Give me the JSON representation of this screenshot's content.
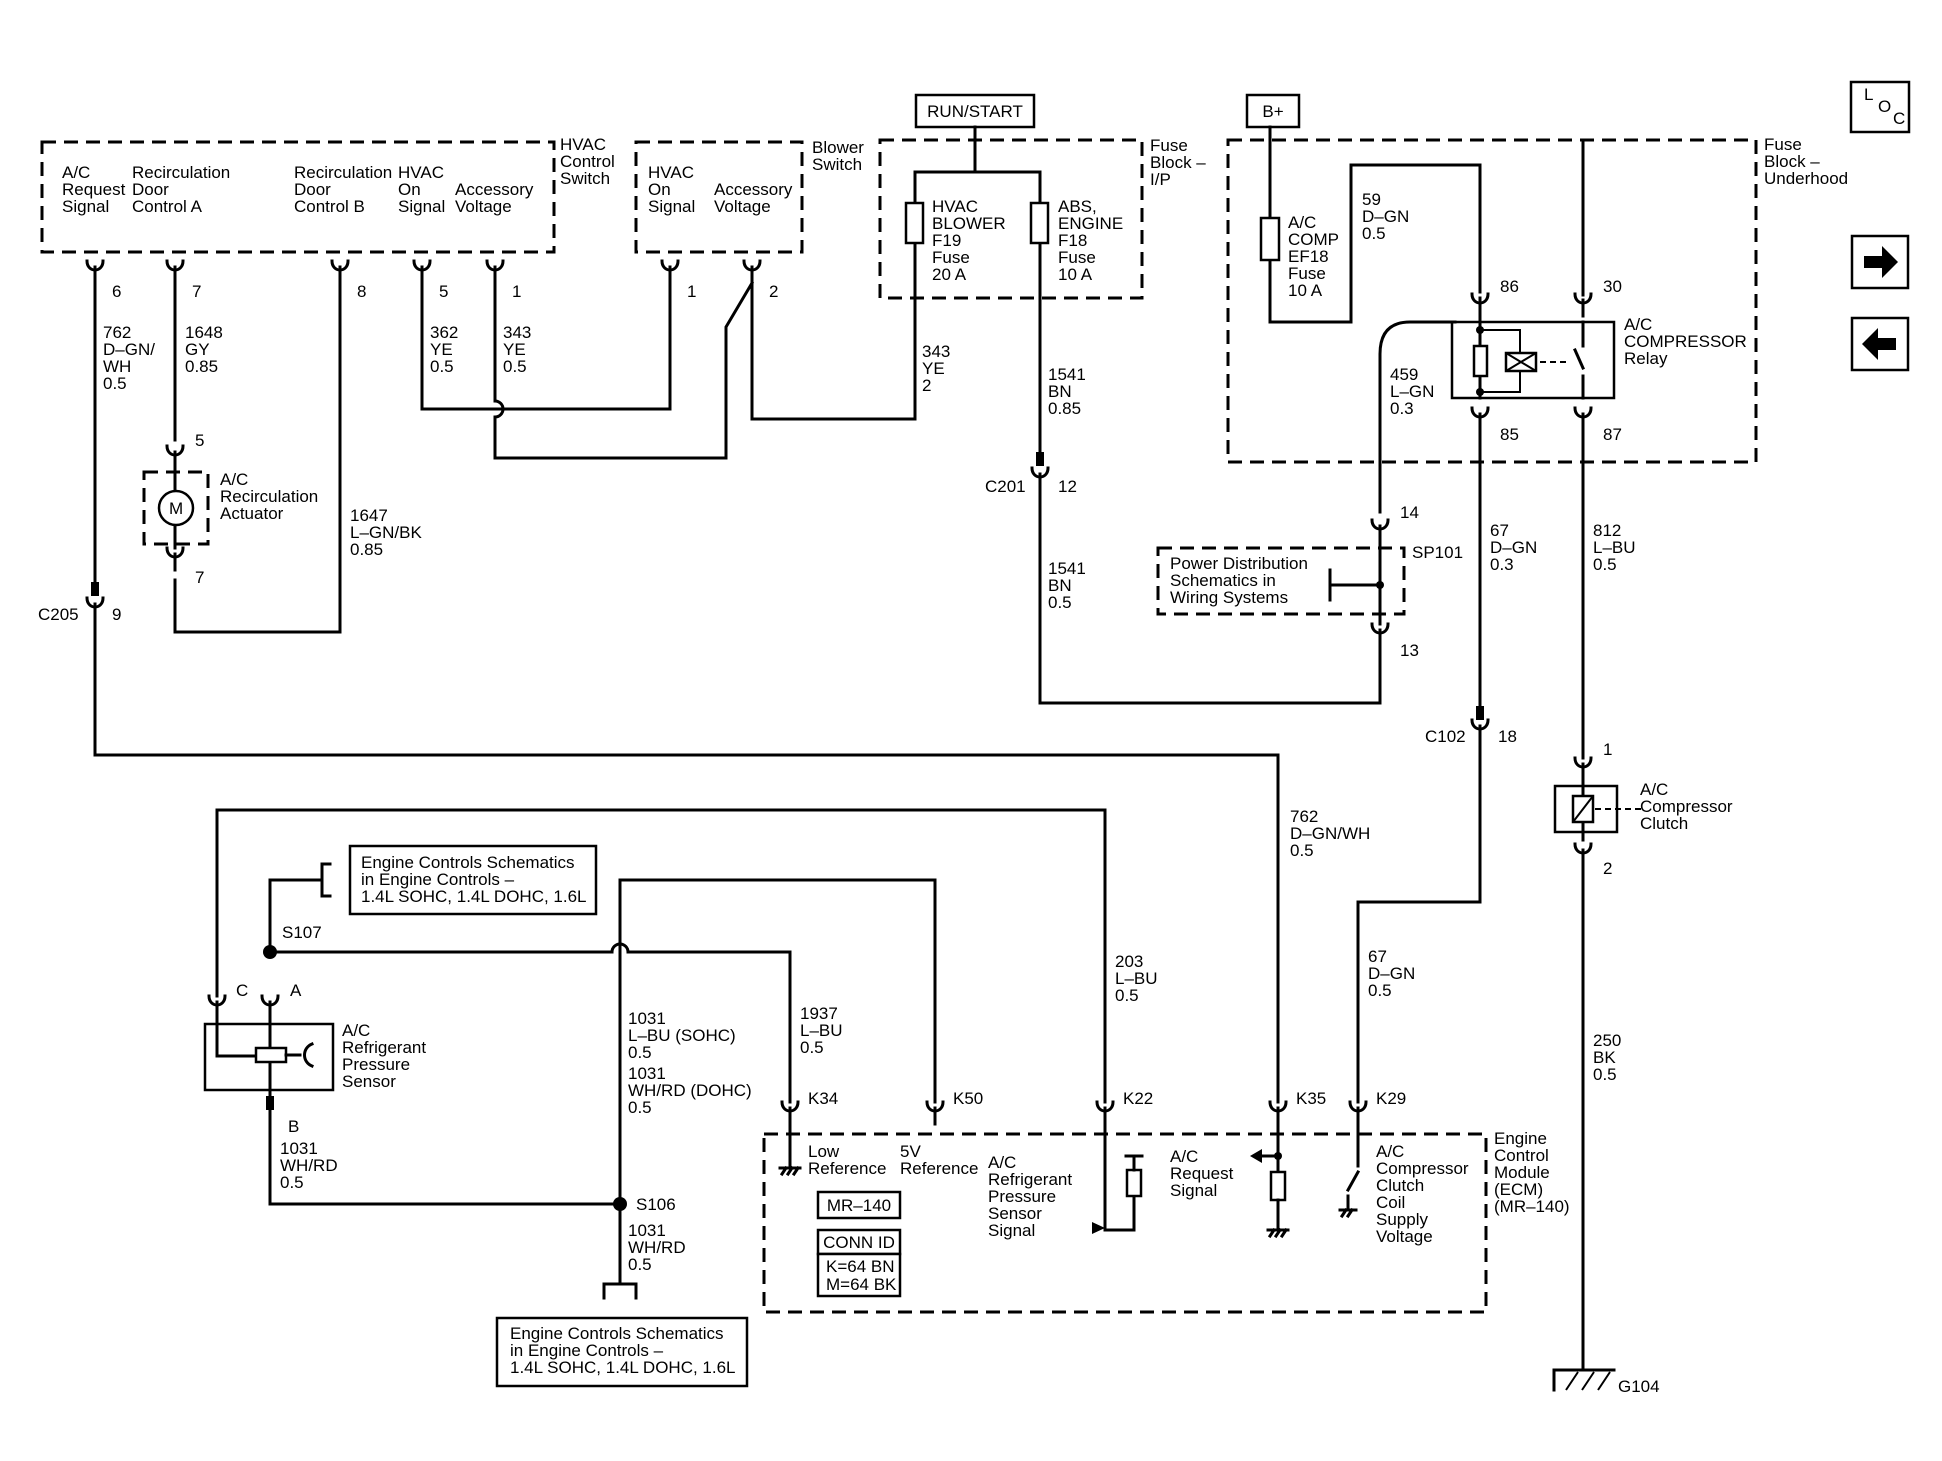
{
  "supplies": {
    "run_start": "RUN/START",
    "b_plus": "B+"
  },
  "nav": {
    "loc": "L O C"
  },
  "components": {
    "hvac_switch": {
      "title": [
        "HVAC",
        "Control",
        "Switch"
      ],
      "ac_request": [
        "A/C",
        "Request",
        "Signal"
      ],
      "recirc_a": [
        "Recirculation",
        "Door",
        "Control A"
      ],
      "recirc_b": [
        "Recirculation",
        "Door",
        "Control B"
      ],
      "hvac_on": [
        "HVAC",
        "On",
        "Signal"
      ],
      "accessory": [
        "Accessory",
        "Voltage"
      ]
    },
    "blower_switch": {
      "title": [
        "Blower",
        "Switch"
      ],
      "hvac_on": [
        "HVAC",
        "On",
        "Signal"
      ],
      "accessory": [
        "Accessory",
        "Voltage"
      ]
    },
    "fuse_block_ip": {
      "title": [
        "Fuse",
        "Block –",
        "I/P"
      ],
      "f19": [
        "HVAC",
        "BLOWER",
        "F19",
        "Fuse",
        "20 A"
      ],
      "f18": [
        "ABS,",
        "ENGINE",
        "F18",
        "Fuse",
        "10 A"
      ]
    },
    "fuse_block_uh": {
      "title": [
        "Fuse",
        "Block –",
        "Underhood"
      ],
      "ef18": [
        "A/C",
        "COMP",
        "EF18",
        "Fuse",
        "10 A"
      ],
      "relay": [
        "A/C",
        "COMPRESSOR",
        "Relay"
      ]
    },
    "recirc_actuator": [
      "A/C",
      "Recirculation",
      "Actuator"
    ],
    "power_dist": [
      "Power Distribution",
      "Schematics in",
      "Wiring Systems"
    ],
    "compressor_clutch": [
      "A/C",
      "Compressor",
      "Clutch"
    ],
    "pressure_sensor": [
      "A/C",
      "Refrigerant",
      "Pressure",
      "Sensor"
    ],
    "engine_ref_top": [
      "Engine Controls Schematics",
      "in Engine Controls –",
      "1.4L SOHC, 1.4L DOHC, 1.6L"
    ],
    "engine_ref_bottom": [
      "Engine Controls Schematics",
      "in Engine Controls –",
      "1.4L SOHC, 1.4L DOHC, 1.6L"
    ],
    "ecm": {
      "title": [
        "Engine",
        "Control",
        "Module",
        "(ECM)",
        "(MR–140)"
      ],
      "low_ref": [
        "Low",
        "Reference"
      ],
      "five_v": [
        "5V",
        "Reference"
      ],
      "sensor_signal": [
        "A/C",
        "Refrigerant",
        "Pressure",
        "Sensor",
        "Signal"
      ],
      "request_signal": [
        "A/C",
        "Request",
        "Signal"
      ],
      "clutch_supply": [
        "A/C",
        "Compressor",
        "Clutch",
        "Coil",
        "Supply",
        "Voltage"
      ],
      "mr": "MR–140",
      "conn_id": "CONN ID",
      "conn_k": "K=64 BN",
      "conn_m": "M=64 BK"
    }
  },
  "wires": {
    "w762a": [
      "762",
      "D–GN/",
      "WH",
      "0.5"
    ],
    "w1648": [
      "1648",
      "GY",
      "0.85"
    ],
    "w1647": [
      "1647",
      "L–GN/BK",
      "0.85"
    ],
    "w362": [
      "362",
      "YE",
      "0.5"
    ],
    "w343a": [
      "343",
      "YE",
      "0.5"
    ],
    "w343b": [
      "343",
      "YE",
      "2"
    ],
    "w1541a": [
      "1541",
      "BN",
      "0.85"
    ],
    "w1541b": [
      "1541",
      "BN",
      "0.5"
    ],
    "w59": [
      "59",
      "D–GN",
      "0.5"
    ],
    "w459": [
      "459",
      "L–GN",
      "0.3"
    ],
    "w67a": [
      "67",
      "D–GN",
      "0.3"
    ],
    "w812": [
      "812",
      "L–BU",
      "0.5"
    ],
    "w762b": [
      "762",
      "D–GN/WH",
      "0.5"
    ],
    "w67b": [
      "67",
      "D–GN",
      "0.5"
    ],
    "w250": [
      "250",
      "BK",
      "0.5"
    ],
    "w203": [
      "203",
      "L–BU",
      "0.5"
    ],
    "w1937": [
      "1937",
      "L–BU",
      "0.5"
    ],
    "w1031a": [
      "1031",
      "L–BU (SOHC)",
      "0.5",
      "1031",
      "WH/RD (DOHC)",
      "0.5"
    ],
    "w1031b": [
      "1031",
      "WH/RD",
      "0.5"
    ],
    "w1031c": [
      "1031",
      "WH/RD",
      "0.5"
    ]
  },
  "pins": {
    "p6": "6",
    "p7": "7",
    "p8": "8",
    "p5": "5",
    "p1": "1",
    "pb1": "1",
    "pb2": "2",
    "act5": "5",
    "act7": "7",
    "c205": "C205",
    "c205p": "9",
    "c201": "C201",
    "c201p": "12",
    "r86": "86",
    "r30": "30",
    "r85": "85",
    "r87": "87",
    "sp14": "14",
    "sp13": "13",
    "sp101": "SP101",
    "c102": "C102",
    "c102p": "18",
    "cl1": "1",
    "cl2": "2",
    "g104": "G104",
    "s107": "S107",
    "s106": "S106",
    "sc": "C",
    "sa": "A",
    "sb": "B",
    "k34": "K34",
    "k50": "K50",
    "k22": "K22",
    "k35": "K35",
    "k29": "K29"
  }
}
